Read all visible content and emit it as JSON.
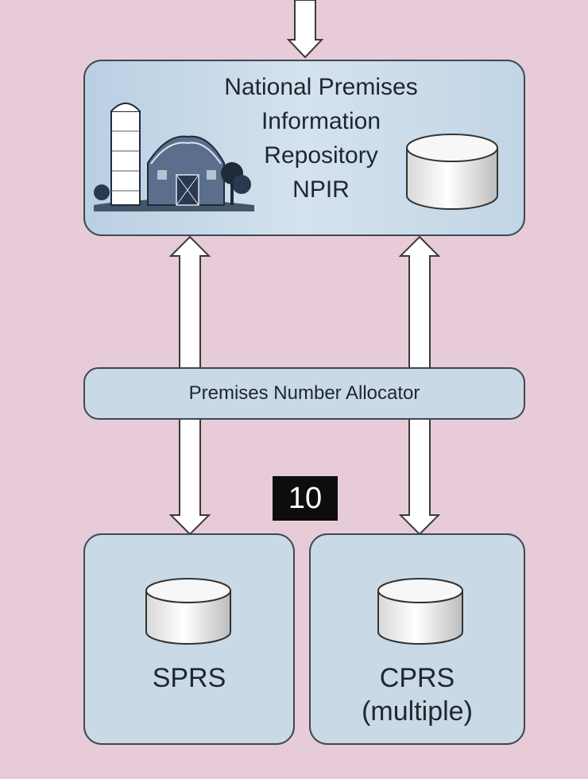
{
  "diagram": {
    "npir_label": "National Premises\nInformation\nRepository\nNPIR",
    "allocator_label": "Premises Number Allocator",
    "page_number": "10",
    "sprs_label": "SPRS",
    "cprs_label": "CPRS\n(multiple)"
  },
  "colors": {
    "background": "#e8cbd8",
    "box_fill": "#c9d9e6",
    "box_border": "#3d4852",
    "arrow_fill": "#ffffff",
    "badge_fill": "#0d0d0d"
  },
  "icons": [
    "farm-silo-barn-icon",
    "database-cylinder-icon"
  ]
}
